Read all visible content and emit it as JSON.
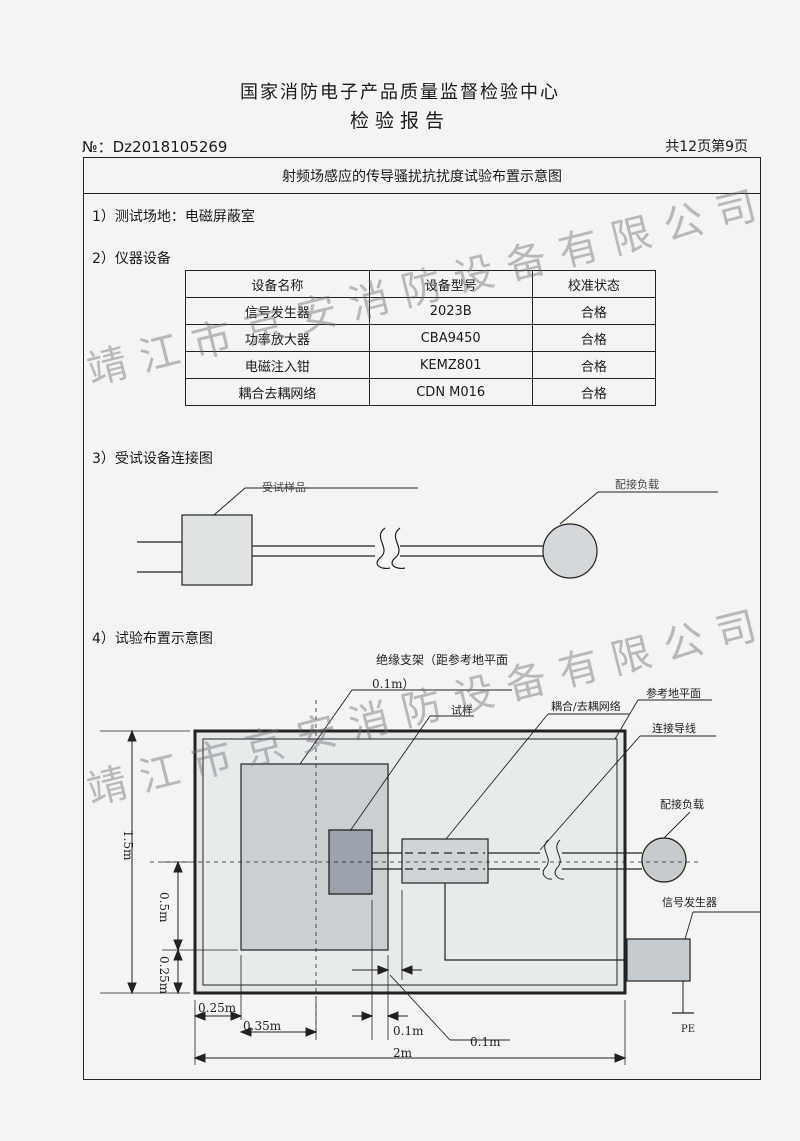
{
  "header": {
    "center_name": "国家消防电子产品质量监督检验中心",
    "report_title": "检验报告",
    "doc_number": "№：Dz2018105269",
    "page_info": "共12页第9页"
  },
  "section_title": "射频场感应的传导骚扰抗扰度试验布置示意图",
  "site": {
    "label": "1）测试场地：电磁屏蔽室"
  },
  "instruments": {
    "label": "2）仪器设备",
    "headers": [
      "设备名称",
      "设备型号",
      "校准状态"
    ],
    "rows": [
      [
        "信号发生器",
        "2023B",
        "合格"
      ],
      [
        "功率放大器",
        "CBA9450",
        "合格"
      ],
      [
        "电磁注入钳",
        "KEMZ801",
        "合格"
      ],
      [
        "耦合去耦网络",
        "CDN M016",
        "合格"
      ]
    ]
  },
  "connection": {
    "label": "3）受试设备连接图",
    "eut_label": "受试样品",
    "load_label": "配接负载"
  },
  "layout": {
    "label": "4）试验布置示意图",
    "support_label_1": "绝缘支架（距参考地平面",
    "support_label_2": "0.1m）",
    "sample_label": "试样",
    "cdn_label": "耦合/去耦网络",
    "ground_plane_label": "参考地平面",
    "cable_label": "连接导线",
    "load_label": "配接负载",
    "generator_label": "信号发生器",
    "pe_label": "PE",
    "dims": {
      "height_total": "1.5m",
      "height_mid": "0.5m",
      "height_bottom": "0.25m",
      "width_left": "0.25m",
      "width_support": "0.35m",
      "gap_a": "0.1m",
      "gap_b": "0.1m",
      "width_total": "2m"
    }
  },
  "watermark": {
    "text_1": "靖江市京安消防设备有限公司",
    "text_2": "靖江市京安消防设备有限公司"
  }
}
